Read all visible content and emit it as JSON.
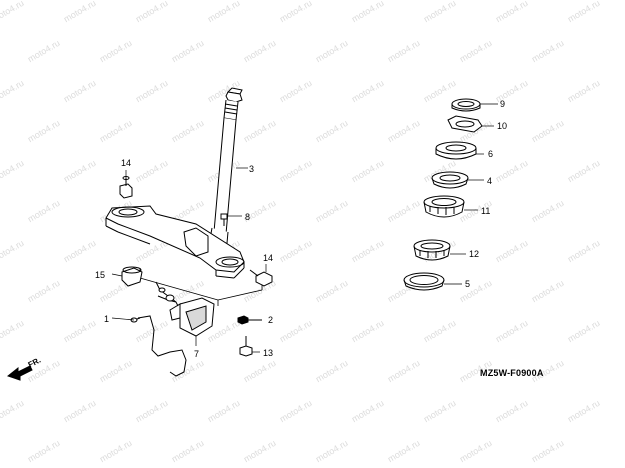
{
  "watermark": {
    "text": "moto4.ru"
  },
  "callouts": {
    "c1": "1",
    "c2": "2",
    "c3": "3",
    "c4": "4",
    "c5": "5",
    "c6": "6",
    "c7": "7",
    "c8": "8",
    "c9": "9",
    "c10": "10",
    "c11": "11",
    "c12": "12",
    "c13": "13",
    "c14": "14",
    "c15": "15"
  },
  "diagram_code": "MZ5W-F0900A",
  "direction": {
    "label": "FR."
  },
  "colors": {
    "line": "#000000",
    "paper": "#ffffff",
    "watermark": "#dcdcdc"
  }
}
